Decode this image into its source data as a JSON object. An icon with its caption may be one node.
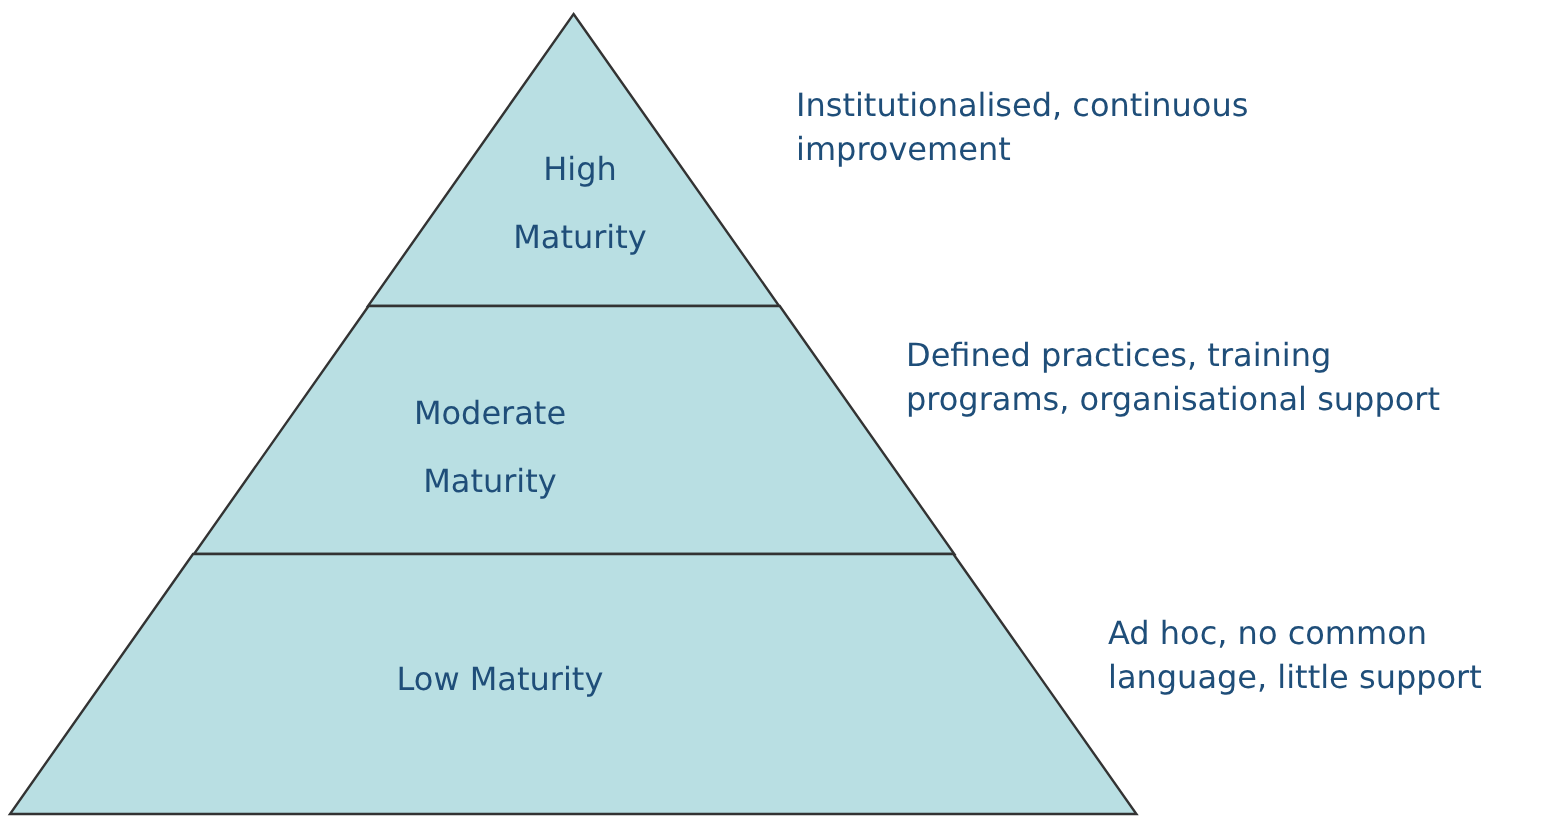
{
  "diagram": {
    "nodes": [
      {
        "text": [
          "High Maturity"
        ],
        "beside": [
          "Institutionalised, continuous improvement"
        ]
      },
      {
        "text": [
          "Moderate Maturity"
        ],
        "beside": [
          "Defined practices, training programs, organisational support"
        ]
      },
      {
        "text": [
          "Low Maturity"
        ],
        "beside": [
          "Ad hoc, no common language, little support"
        ]
      }
    ]
  }
}
